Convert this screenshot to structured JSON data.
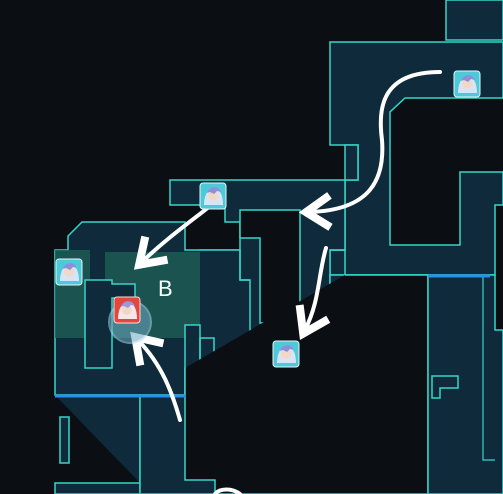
{
  "map": {
    "site_label": "B",
    "colors": {
      "background": "#0b0f14",
      "room_fill": "#0e2a3b",
      "wall": "#35d6c8",
      "site_zone": "#1d5a56",
      "barrier": "#2b8ff0",
      "arrow": "#ffffff"
    }
  },
  "markers": [
    {
      "name": "ally-agent-marker-1",
      "icon": "ally-agent-portrait-icon",
      "team": "ally"
    },
    {
      "name": "ally-agent-marker-2",
      "icon": "ally-agent-portrait-icon",
      "team": "ally"
    },
    {
      "name": "ally-agent-marker-3",
      "icon": "ally-agent-portrait-icon",
      "team": "ally"
    },
    {
      "name": "ally-agent-marker-4",
      "icon": "ally-agent-portrait-icon",
      "team": "ally"
    },
    {
      "name": "enemy-agent-marker",
      "icon": "enemy-agent-portrait-icon",
      "team": "enemy"
    }
  ]
}
